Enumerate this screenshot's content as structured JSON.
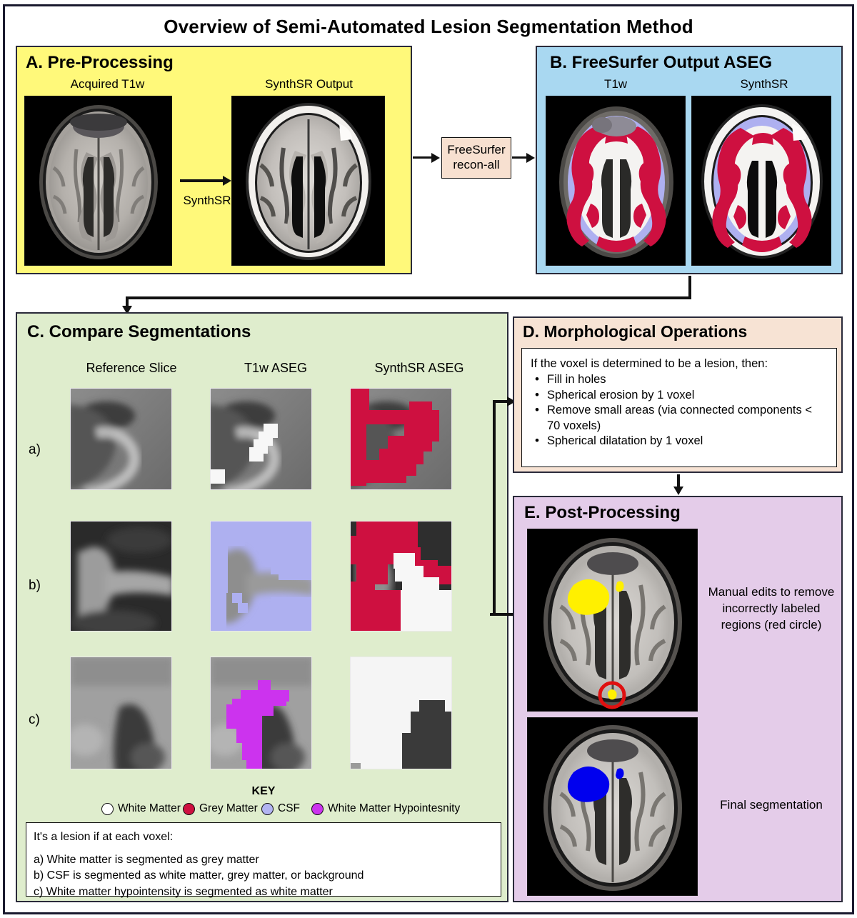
{
  "figure": {
    "title": "Overview of Semi-Automated Lesion Segmentation Method"
  },
  "colors": {
    "panel_a_bg": "#FFF97A",
    "panel_b_bg": "#A9D8F1",
    "panel_c_bg": "#DFEDCD",
    "panel_d_bg": "#F7E3D4",
    "panel_e_bg": "#E4CCE9",
    "process_box_bg": "#F7E0D0",
    "grey_matter": "#CE2040",
    "csf": "#AEB0F0",
    "white_matter_hypointensity": "#CC33EE",
    "white_matter": "#FFFFFF",
    "lesion_yellow": "#FFF000",
    "lesion_blue": "#0000EE",
    "red_circle": "#E01010"
  },
  "panelA": {
    "title": "A.  Pre-Processing",
    "image_left_caption": "Acquired T1w",
    "image_right_caption": "SynthSR Output",
    "arrow_label": "SynthSR"
  },
  "process": {
    "freesurfer_line1": "FreeSurfer",
    "freesurfer_line2": "recon-all"
  },
  "panelB": {
    "title": "B.  FreeSurfer Output ASEG",
    "image_left_caption": "T1w",
    "image_right_caption": "SynthSR"
  },
  "panelC": {
    "title": "C.  Compare Segmentations",
    "columns": [
      "Reference Slice",
      "T1w ASEG",
      "SynthSR ASEG"
    ],
    "rows": [
      "a)",
      "b)",
      "c)"
    ],
    "key_title": "KEY",
    "key_items": [
      {
        "label": "White Matter",
        "color": "#FFFFFF"
      },
      {
        "label": "Grey Matter",
        "color": "#CE1040"
      },
      {
        "label": "CSF",
        "color": "#B2B4F2"
      },
      {
        "label": "White Matter Hypointesnity",
        "color": "#CC33EE"
      }
    ],
    "criteria": {
      "lead": "It's a lesion if at each voxel:",
      "items": [
        "a) White matter is segmented as grey matter",
        "b) CSF is segmented as white matter, grey matter, or background",
        "c) White matter hypointensity is segmented as white matter"
      ]
    }
  },
  "panelD": {
    "title": "D.  Morphological Operations",
    "lead": "If the voxel is determined to be a lesion, then:",
    "bullets": [
      "Fill in holes",
      "Spherical erosion by 1 voxel",
      "Remove small areas (via connected components < 70 voxels)",
      "Spherical dilatation by 1 voxel"
    ]
  },
  "panelE": {
    "title": "E.  Post-Processing",
    "caption_top": "Manual edits to remove incorrectly labeled regions (red circle)",
    "caption_bottom": "Final segmentation"
  }
}
